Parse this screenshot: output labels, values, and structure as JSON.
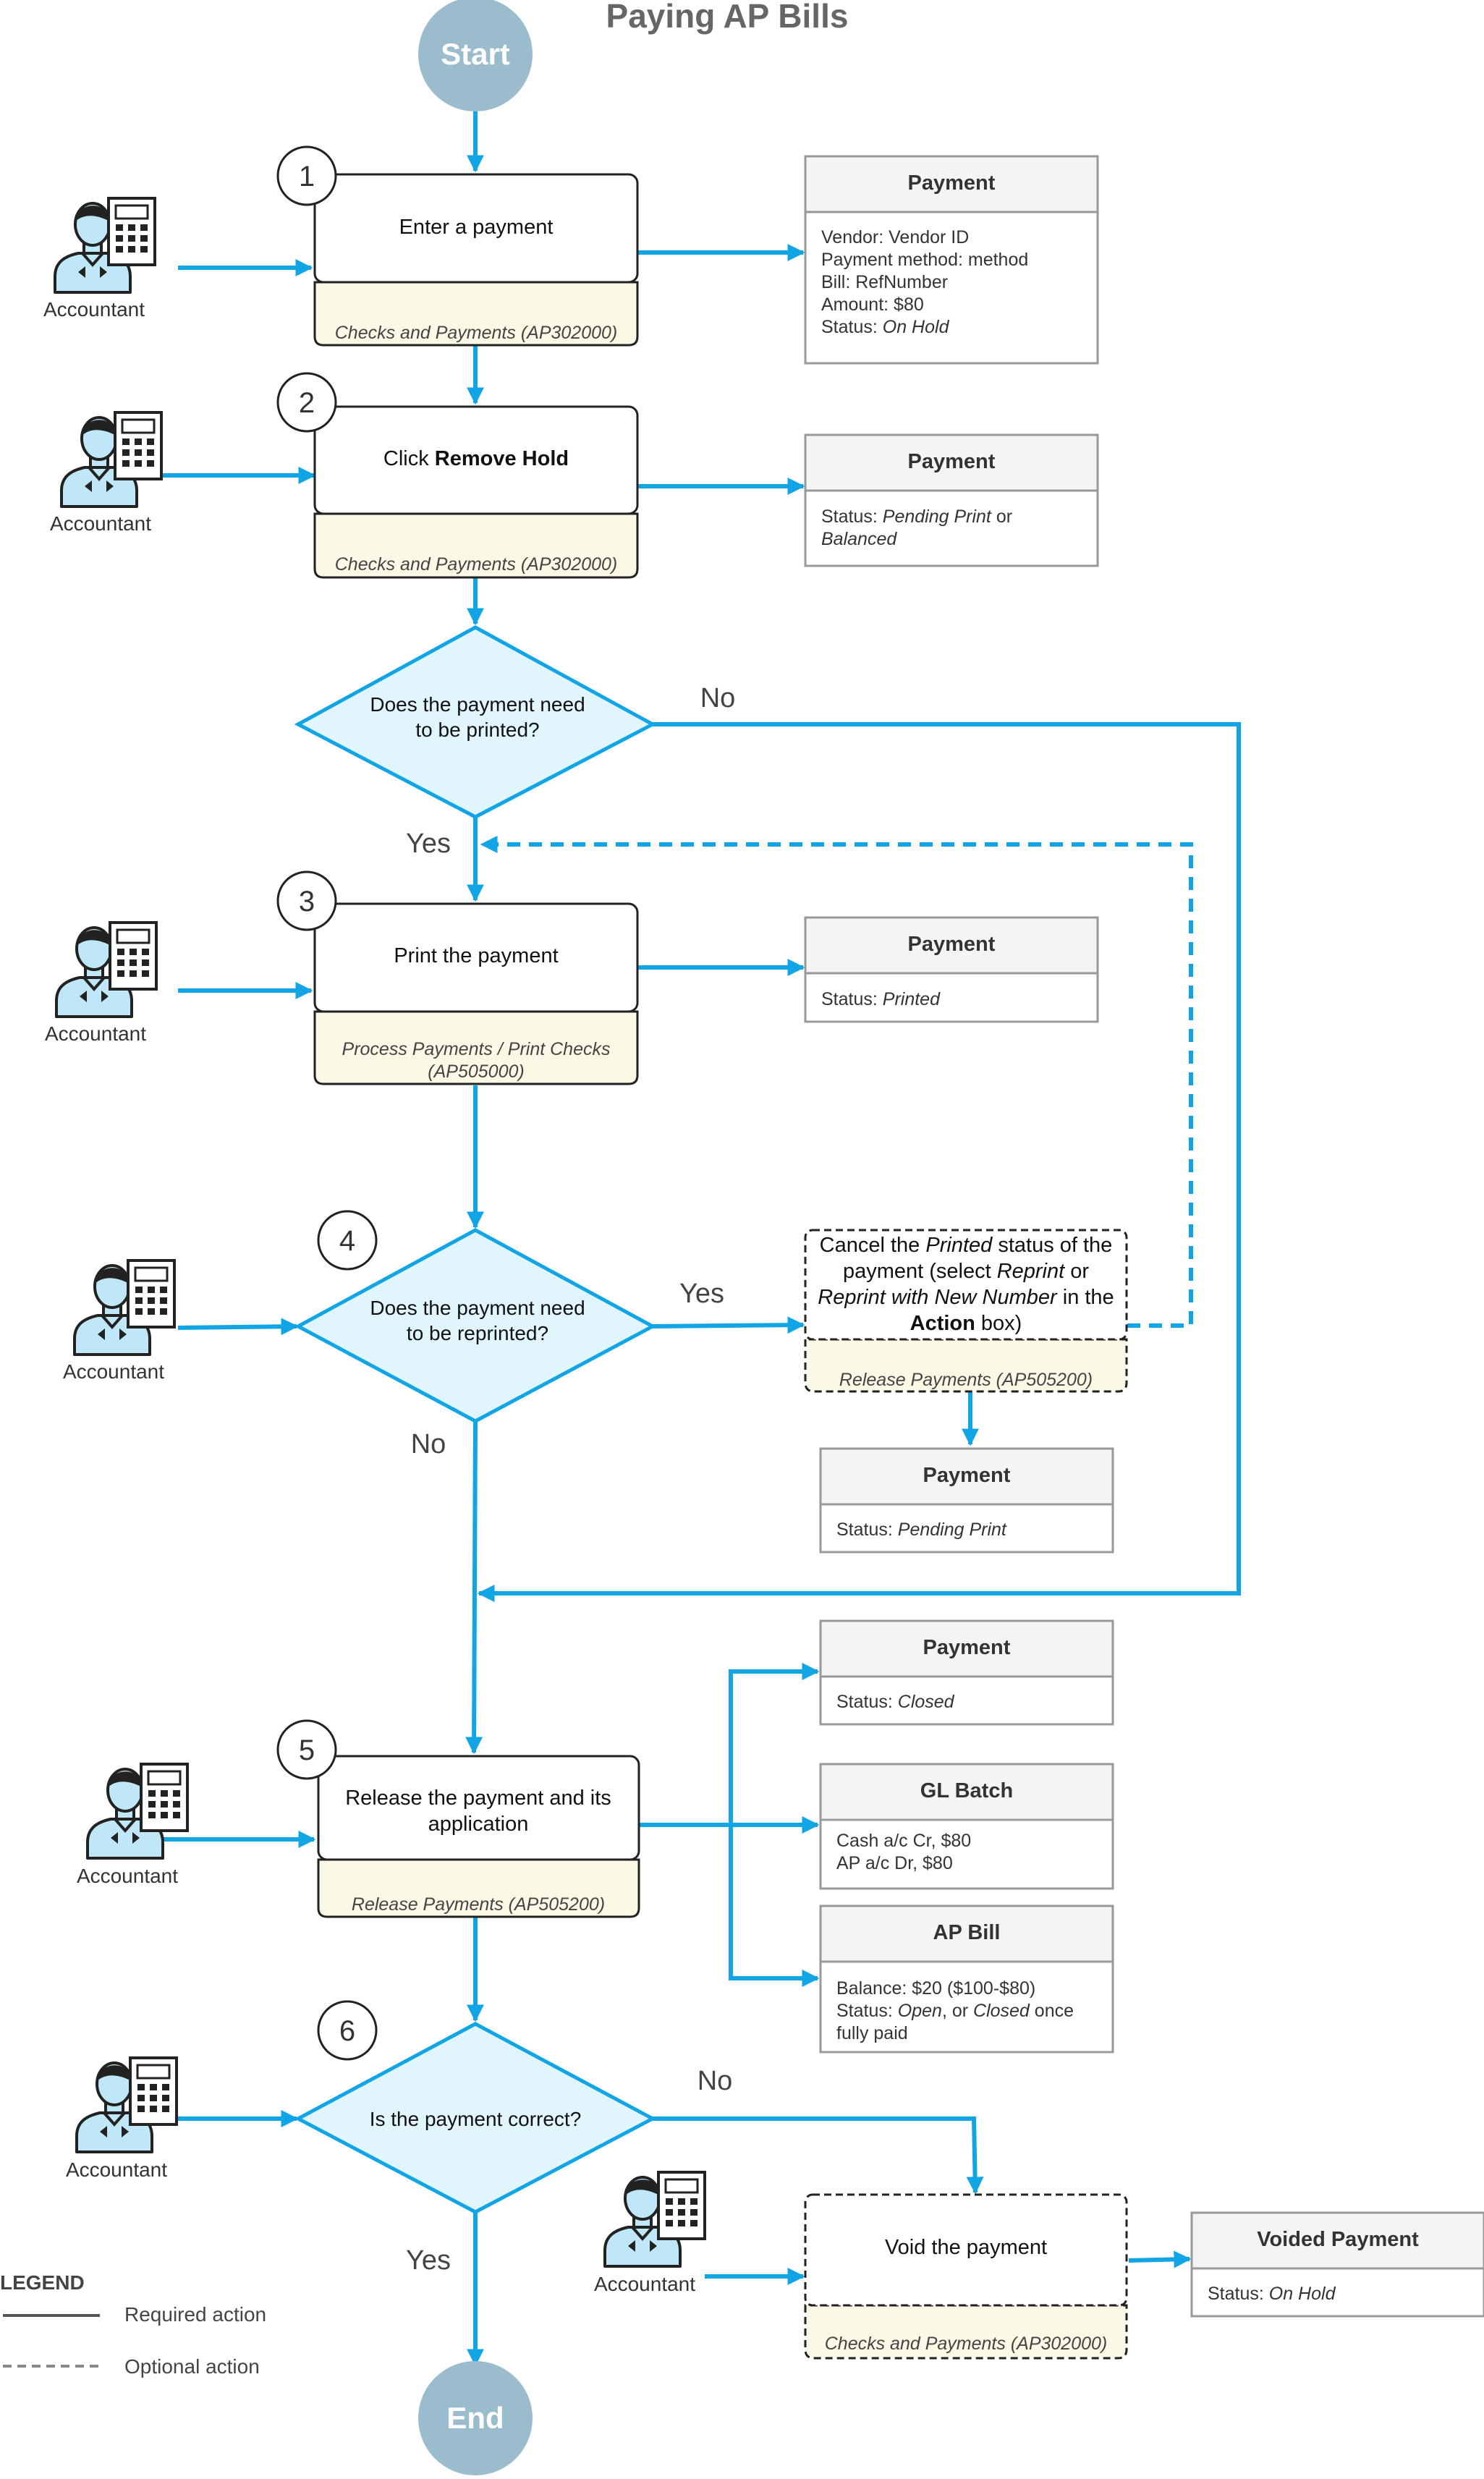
{
  "title": "Paying AP Bills",
  "start": "Start",
  "end": "End",
  "role": "Accountant",
  "steps": {
    "s1": {
      "num": "1",
      "label": "Enter a payment",
      "screen": "Checks and Payments (AP302000)"
    },
    "s2": {
      "num": "2",
      "label_prefix": "Click ",
      "label_bold": "Remove Hold",
      "screen": "Checks and Payments (AP302000)"
    },
    "s3": {
      "num": "3",
      "label": "Print the payment",
      "screen_line1": "Process Payments / Print Checks",
      "screen_line2": "(AP505000)"
    },
    "s5": {
      "num": "5",
      "label_line1": "Release the payment and its",
      "label_line2": "application",
      "screen": "Release Payments (AP505200)"
    },
    "cancel": {
      "l1a": "Cancel the ",
      "l1b": "Printed",
      "l1c": " status of the",
      "l2a": "payment (select ",
      "l2b": "Reprint",
      "l2c": " or",
      "l3a": "Reprint with New Number",
      "l3b": " in the",
      "l4a": "Action",
      "l4b": " box)",
      "screen": "Release Payments (AP505200)"
    },
    "void": {
      "label": "Void the payment",
      "screen": "Checks and Payments (AP302000)"
    }
  },
  "decisions": {
    "d_print": {
      "line1": "Does the payment need",
      "line2": "to be printed?",
      "no": "No",
      "yes": "Yes"
    },
    "d4": {
      "num": "4",
      "line1": "Does the payment need",
      "line2": "to be reprinted?",
      "yes": "Yes",
      "no": "No"
    },
    "d6": {
      "num": "6",
      "line1": "Is the payment correct?",
      "no": "No",
      "yes": "Yes"
    }
  },
  "cards": {
    "c1": {
      "title": "Payment",
      "lines": {
        "a": "Vendor: Vendor ID",
        "b": "Payment method: method",
        "c": "Bill: RefNumber",
        "d": "Amount: $80",
        "e_label": "Status: ",
        "e_value": "On Hold"
      }
    },
    "c2": {
      "title": "Payment",
      "l1_label": "Status: ",
      "l1_value": "Pending Print",
      "l1_tail": " or",
      "l2_value": "Balanced"
    },
    "c3": {
      "title": "Payment",
      "label": "Status: ",
      "value": "Printed"
    },
    "c4": {
      "title": "Payment",
      "label": "Status: ",
      "value": "Pending Print"
    },
    "c5": {
      "title": "Payment",
      "label": "Status: ",
      "value": "Closed"
    },
    "c6": {
      "title": "GL Batch",
      "l1": "Cash a/c Cr, $80",
      "l2": "AP a/c Dr, $80"
    },
    "c7": {
      "title": "AP Bill",
      "l1": "Balance: $20 ($100-$80)",
      "l2_label": "Status: ",
      "l2_v1": "Open",
      "l2_mid": ", or ",
      "l2_v2": "Closed",
      "l2_tail": " once",
      "l3": "fully paid"
    },
    "c8": {
      "title": "Voided Payment",
      "label": "Status: ",
      "value": "On Hold"
    }
  },
  "legend": {
    "title": "LEGEND",
    "required": "Required action",
    "optional": "Optional action"
  },
  "colors": {
    "flow": "#11a5e6",
    "terminal": "#9bbccc",
    "decision_fill": "#e1f5fc",
    "screen_fill": "#fcf8e6",
    "card_header": "#f4f4f4"
  }
}
